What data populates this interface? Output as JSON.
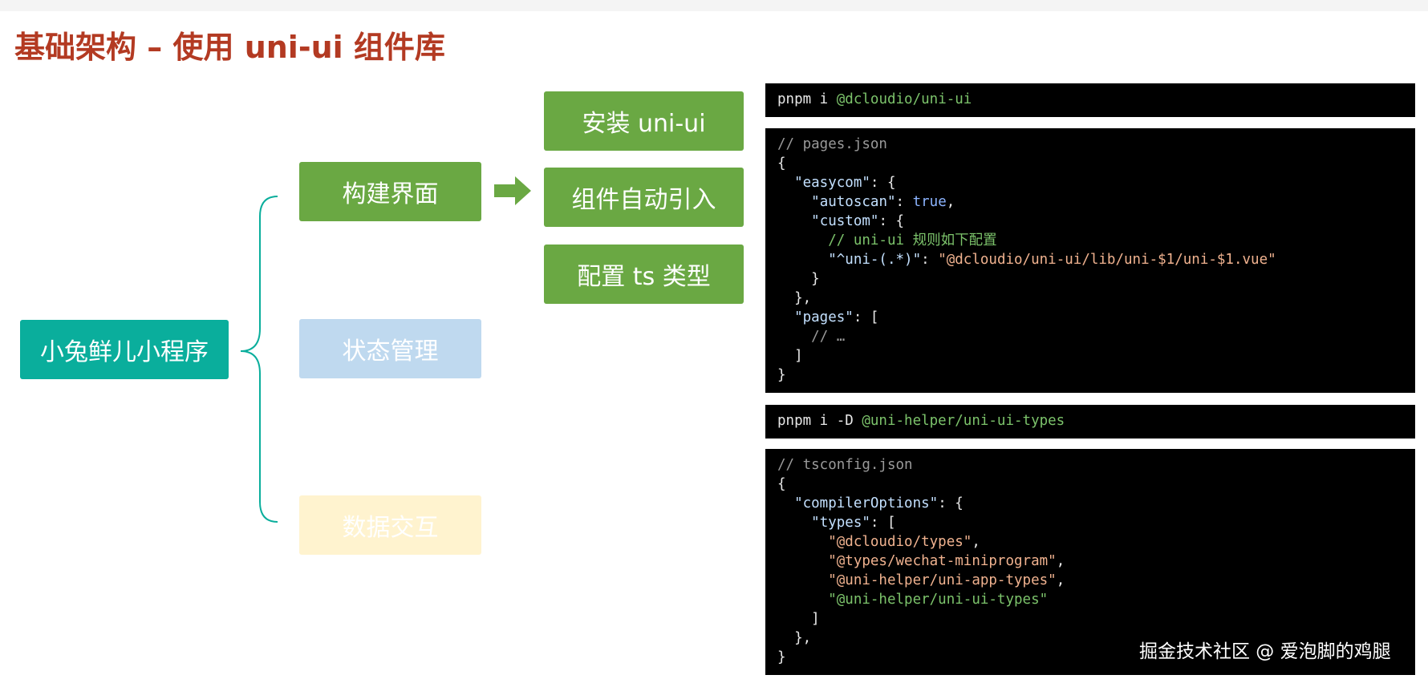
{
  "title": "基础架构 – 使用 uni-ui 组件库",
  "diagram": {
    "root": "小兔鲜儿小程序",
    "branches": [
      {
        "label": "构建界面",
        "color": "#6aa843"
      },
      {
        "label": "状态管理",
        "color": "#bfd9ef"
      },
      {
        "label": "数据交互",
        "color": "#fff3cf"
      }
    ],
    "steps": [
      "安装 uni-ui",
      "组件自动引入",
      "配置 ts 类型"
    ]
  },
  "code": {
    "install_cmd": {
      "prefix": "pnpm i ",
      "pkg": "@dcloudio/uni-ui"
    },
    "pages_json": {
      "comment": "// pages.json",
      "open": "{",
      "easycom_key": "\"easycom\"",
      "easycom_tail": ": {",
      "autoscan_key": "\"autoscan\"",
      "autoscan_sep": ": ",
      "autoscan_val": "true",
      "autoscan_tail": ",",
      "custom_key": "\"custom\"",
      "custom_tail": ": {",
      "rule_comment": "// uni-ui 规则如下配置",
      "rule_key": "\"^uni-(.*)\"",
      "rule_sep": ": ",
      "rule_val": "\"@dcloudio/uni-ui/lib/uni-$1/uni-$1.vue\"",
      "close_custom": "}",
      "close_easycom": "},",
      "pages_key": "\"pages\"",
      "pages_tail": ": [",
      "pages_comment": "// …",
      "close_pages": "]",
      "close": "}"
    },
    "types_cmd": {
      "prefix": "pnpm i -D ",
      "pkg": "@uni-helper/uni-ui-types"
    },
    "tsconfig": {
      "comment": "// tsconfig.json",
      "open": "{",
      "co_key": "\"compilerOptions\"",
      "co_tail": ": {",
      "types_key": "\"types\"",
      "types_tail": ": [",
      "t1": "\"@dcloudio/types\"",
      "t2": "\"@types/wechat-miniprogram\"",
      "t3": "\"@uni-helper/uni-app-types\"",
      "t4": "\"@uni-helper/uni-ui-types\"",
      "comma": ",",
      "close_types": "]",
      "close_co": "},",
      "close": "}"
    }
  },
  "watermark": "掘金技术社区 @ 爱泡脚的鸡腿"
}
